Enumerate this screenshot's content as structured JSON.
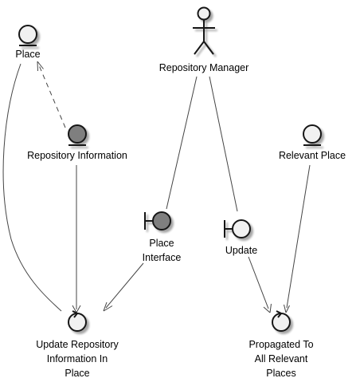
{
  "colors": {
    "stroke": "#181818",
    "shadow": "#c8c8c8",
    "light_fill": "#f1f1f1",
    "dark_fill": "#7f7f7f",
    "edge": "#444444",
    "text": "#000000"
  },
  "nodes": {
    "place": {
      "kind": "entity",
      "label": "Place"
    },
    "repo_manager": {
      "kind": "actor",
      "label": "Repository Manager"
    },
    "repo_info": {
      "kind": "entity",
      "label": "Repository Information"
    },
    "relevant_place": {
      "kind": "entity",
      "label": "Relevant Place"
    },
    "place_interface": {
      "kind": "boundary",
      "label": [
        "Place",
        "Interface"
      ]
    },
    "update": {
      "kind": "boundary",
      "label": "Update"
    },
    "update_repo": {
      "kind": "control",
      "label": [
        "Update Repository",
        "Information In",
        "Place"
      ]
    },
    "propagated": {
      "kind": "control",
      "label": [
        "Propagated To",
        "All Relevant",
        "Places"
      ]
    }
  },
  "edges": [
    {
      "from": "repo_info",
      "to": "place",
      "style": "dashed",
      "arrow": true
    },
    {
      "from": "repo_info",
      "to": "update_repo",
      "style": "solid",
      "arrow": true
    },
    {
      "from": "place",
      "to": "update_repo",
      "style": "solid",
      "arrow": false
    },
    {
      "from": "repo_manager",
      "to": "place_interface",
      "style": "solid",
      "arrow": false
    },
    {
      "from": "repo_manager",
      "to": "update",
      "style": "solid",
      "arrow": false
    },
    {
      "from": "place_interface",
      "to": "update_repo",
      "style": "solid",
      "arrow": true
    },
    {
      "from": "update",
      "to": "propagated",
      "style": "solid",
      "arrow": true
    },
    {
      "from": "relevant_place",
      "to": "propagated",
      "style": "solid",
      "arrow": true
    }
  ]
}
